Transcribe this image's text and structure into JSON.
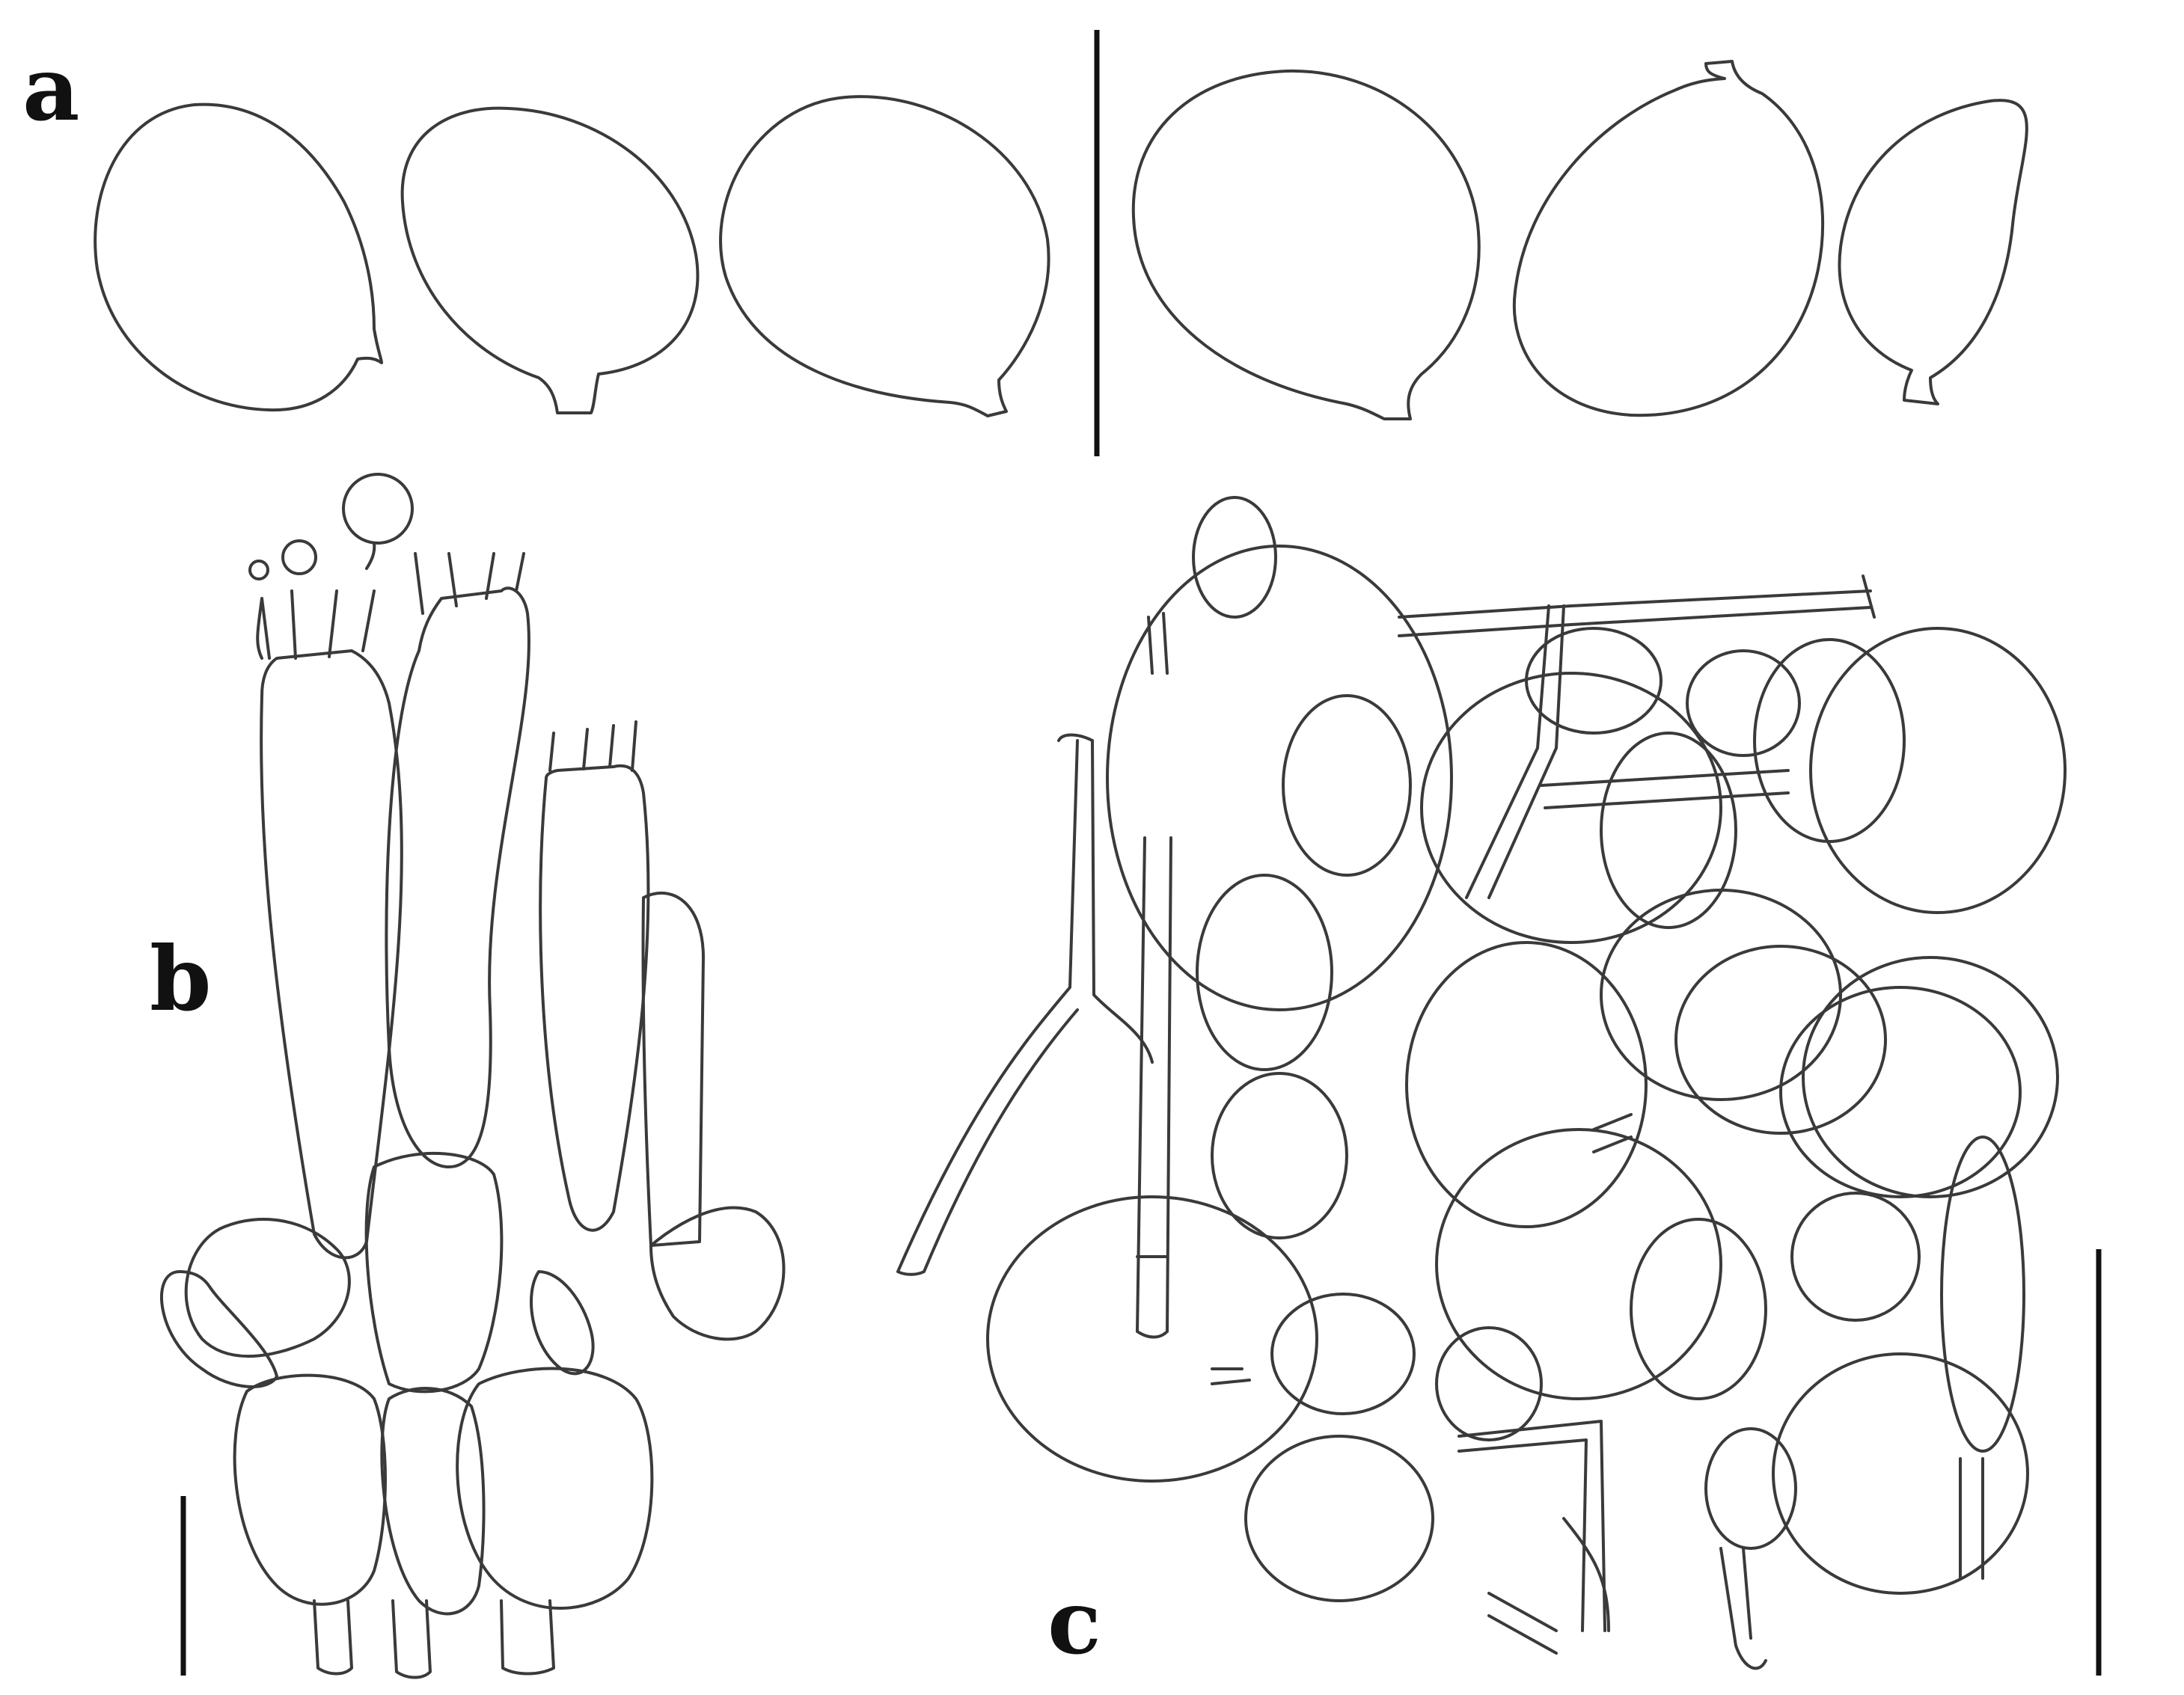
{
  "figure": {
    "panels": [
      {
        "id": "a",
        "label": "a"
      },
      {
        "id": "b",
        "label": "b"
      },
      {
        "id": "c",
        "label": "c"
      }
    ],
    "colors": {
      "ink": "#3a3a3a",
      "background": "#ffffff",
      "label": "#111111"
    }
  }
}
